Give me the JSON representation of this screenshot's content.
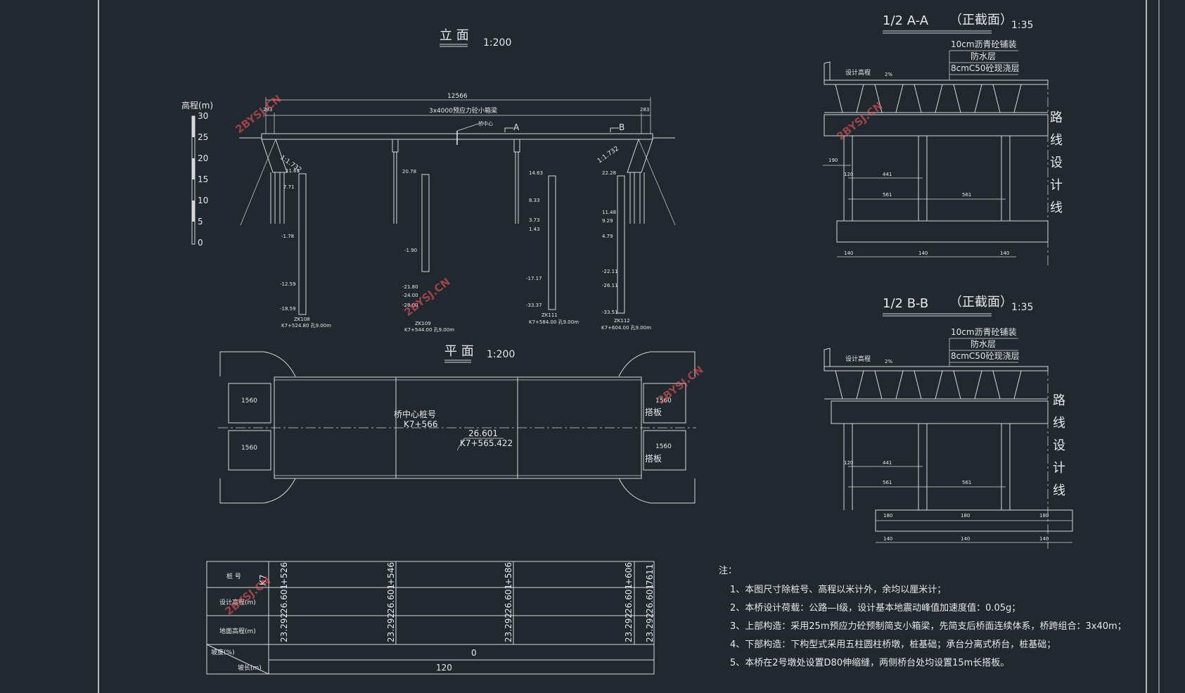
{
  "elevation": {
    "title": "立 面",
    "scale": "1:200",
    "total_length": "12566",
    "span_label": "3x4000预应力砼小箱梁",
    "end_left": "283",
    "end_right": "283",
    "bridge_center": "桥中心",
    "section_a": "A",
    "section_b": "B",
    "slope_left": "1:1.732",
    "slope_right": "1:1.732",
    "scale_bar": {
      "label": "高程(m)",
      "ticks": [
        "30",
        "25",
        "20",
        "15",
        "10",
        "5",
        "0"
      ]
    },
    "boreholes": [
      {
        "name": "ZK108",
        "station": "K7+524.80 孔9.00m",
        "top": "11.61"
      },
      {
        "name": "ZK109",
        "station": "K7+544.00 孔9.00m",
        "top": "20.78"
      },
      {
        "name": "ZK111",
        "station": "K7+584.00 孔9.00m",
        "top": "14.63"
      },
      {
        "name": "ZK112",
        "station": "K7+604.00 孔9.00m",
        "top": "22.28"
      }
    ],
    "levels": [
      "7.71",
      "-1.78",
      "-12.59",
      "-18.59",
      "-1.90",
      "-21.80",
      "-24.00",
      "-28.00",
      "8.33",
      "3.73",
      "1.43",
      "-17.17",
      "-33.37",
      "11.48",
      "9.29",
      "4.79",
      "-22.11",
      "-26.11",
      "-33.51"
    ]
  },
  "plan": {
    "title": "平 面",
    "scale": "1:200",
    "center_label": "桥中心桩号",
    "center_station": "K7+566",
    "elevation_value": "26.601",
    "elevation_station": "K7+565.422",
    "slab_dims": [
      "1560",
      "1560",
      "1560",
      "1560"
    ],
    "slab_label": "搭板"
  },
  "section_aa": {
    "title": "1/2 A-A",
    "subtitle": "（正截面）",
    "scale": "1:35",
    "layers": [
      "10cm沥青砼铺装",
      "防水层",
      "8cmC50砼现浇层"
    ],
    "design_label": "设计高程",
    "slope": "2%",
    "dims": [
      "190",
      "120",
      "441",
      "561",
      "561",
      "140",
      "140",
      "140"
    ],
    "vertical_label": "路线设计线"
  },
  "section_bb": {
    "title": "1/2 B-B",
    "subtitle": "（正截面）",
    "scale": "1:35",
    "layers": [
      "10cm沥青砼铺装",
      "防水层",
      "8cmC50砼现浇层"
    ],
    "design_label": "设计高程",
    "slope": "2%",
    "dims": [
      "120",
      "441",
      "561",
      "561",
      "180",
      "180",
      "180",
      "140",
      "140",
      "140"
    ],
    "vertical_label": "路线设计线"
  },
  "table": {
    "row_labels": [
      "桩 号",
      "设计高程(m)",
      "地面高程(m)",
      "坡度(%)",
      "坡长(m)"
    ],
    "stations": [
      "K7",
      "+526",
      "+546",
      "+586",
      "+606",
      "7611"
    ],
    "design": [
      "26.601",
      "26.601",
      "26.601",
      "26.601",
      "26.601"
    ],
    "ground": [
      "23.292",
      "23.292",
      "23.292",
      "23.292",
      "23.292"
    ],
    "grade": "0",
    "length": "120"
  },
  "notes": {
    "heading": "注：",
    "items": [
      "1、本图尺寸除桩号、高程以米计外，余均以厘米计；",
      "2、本桥设计荷载：公路—Ⅰ级，设计基本地震动峰值加速度值：0.05g；",
      "3、上部构造：采用25m预应力砼预制简支小箱梁，先简支后桥面连续体系，桥跨组合：3x40m；",
      "4、下部构造：下构型式采用五柱圆柱桥墩，桩基础；承台分离式桥台，桩基础；",
      "5、本桥在2号墩处设置D80伸缩缝，两侧桥台处均设置15m长搭板。"
    ]
  },
  "watermark": "2BYSJ.CN"
}
